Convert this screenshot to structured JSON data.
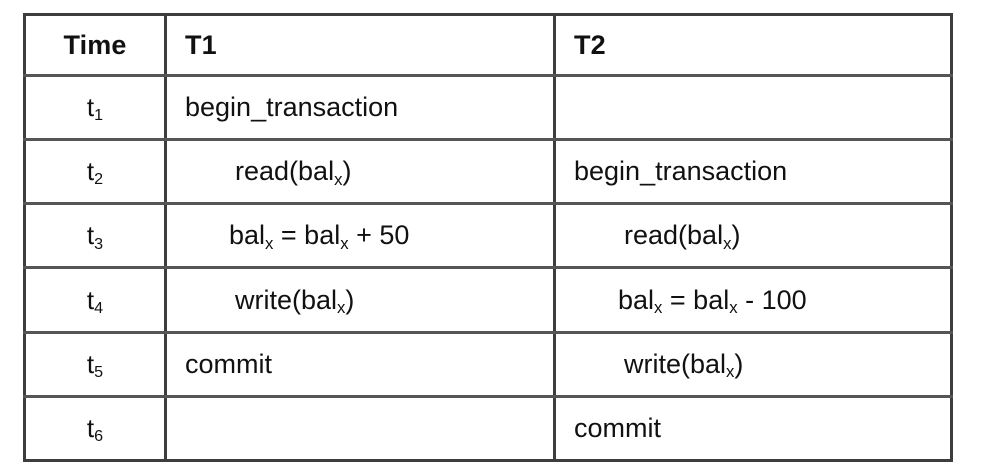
{
  "table": {
    "headers": {
      "time": "Time",
      "t1": "T1",
      "t2": "T2"
    },
    "rows": [
      {
        "time": "t",
        "time_sub": "1",
        "t1": {
          "text": "begin_transaction",
          "sub": "",
          "align": "left"
        },
        "t2": {
          "text": "",
          "sub": "",
          "align": "left"
        }
      },
      {
        "time": "t",
        "time_sub": "2",
        "t1": {
          "text": "read(bal",
          "sub": "x",
          "tail": ")",
          "align": "indent"
        },
        "t2": {
          "text": "begin_transaction",
          "sub": "",
          "align": "left"
        }
      },
      {
        "time": "t",
        "time_sub": "3",
        "t1": {
          "text": "bal",
          "sub": "x",
          "mid": " = bal",
          "sub2": "x",
          "tail": " + 50",
          "align": "indent"
        },
        "t2": {
          "text": "read(bal",
          "sub": "x",
          "tail": ")",
          "align": "indent"
        }
      },
      {
        "time": "t",
        "time_sub": "4",
        "t1": {
          "text": "write(bal",
          "sub": "x",
          "tail": ")",
          "align": "indent"
        },
        "t2": {
          "text": "bal",
          "sub": "x",
          "mid": " = bal",
          "sub2": "x",
          "tail": " - 100",
          "align": "indent"
        }
      },
      {
        "time": "t",
        "time_sub": "5",
        "t1": {
          "text": "commit",
          "sub": "",
          "align": "left"
        },
        "t2": {
          "text": "write(bal",
          "sub": "x",
          "tail": ")",
          "align": "indent"
        }
      },
      {
        "time": "t",
        "time_sub": "6",
        "t1": {
          "text": "",
          "sub": "",
          "align": "left"
        },
        "t2": {
          "text": "commit",
          "sub": "",
          "align": "left"
        }
      }
    ]
  },
  "cells": {
    "r1c1": "t",
    "r1c1s": "1",
    "r2c1": "t",
    "r2c1s": "2",
    "r3c1": "t",
    "r3c1s": "3",
    "r4c1": "t",
    "r4c1s": "4",
    "r5c1": "t",
    "r5c1s": "5",
    "r6c1": "t",
    "r6c1s": "6",
    "r1t1_a": "begin_transaction",
    "r2t1_a": "read(bal",
    "r2t1_sub": "x",
    "r2t1_b": ")",
    "r3t1_a": "bal",
    "r3t1_sub1": "x",
    "r3t1_b": " = bal",
    "r3t1_sub2": "x",
    "r3t1_c": " + 50",
    "r4t1_a": "write(bal",
    "r4t1_sub": "x",
    "r4t1_b": ")",
    "r5t1_a": "commit",
    "r2t2_a": "begin_transaction",
    "r3t2_a": "read(bal",
    "r3t2_sub": "x",
    "r3t2_b": ")",
    "r4t2_a": "bal",
    "r4t2_sub1": "x",
    "r4t2_b": " = bal",
    "r4t2_sub2": "x",
    "r4t2_c": " - 100",
    "r5t2_a": "write(bal",
    "r5t2_sub": "x",
    "r5t2_b": ")",
    "r6t2_a": "commit"
  },
  "colors": {
    "border_outer": "#3d3d3d",
    "border_inner": "#555555",
    "text": "#111111",
    "background": "#ffffff"
  }
}
